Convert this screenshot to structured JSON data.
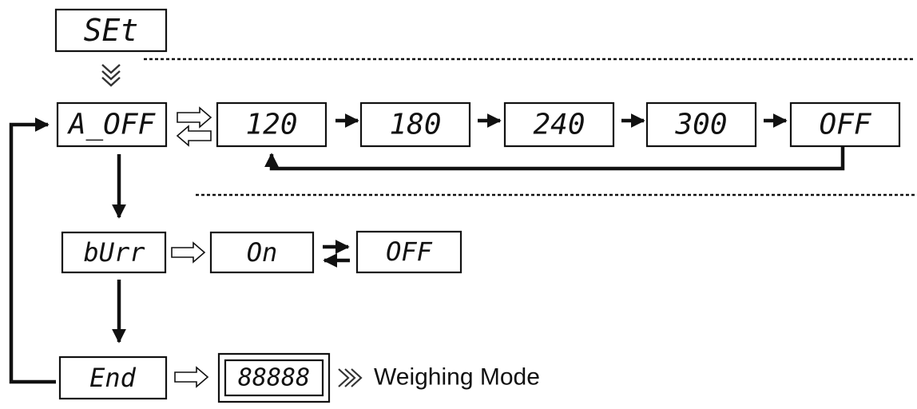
{
  "displays": {
    "set": "SEt",
    "auto_off": "A_OFF",
    "opt_120": "120",
    "opt_180": "180",
    "opt_240": "240",
    "opt_300": "300",
    "opt_off": "OFF",
    "buzzer": "bUrr",
    "buzzer_on": "On",
    "buzzer_off": "OFF",
    "end": "End",
    "all_segments": "88888"
  },
  "labels": {
    "weighing_mode": "Weighing Mode"
  },
  "colors": {
    "ink": "#111111",
    "background": "#ffffff"
  }
}
